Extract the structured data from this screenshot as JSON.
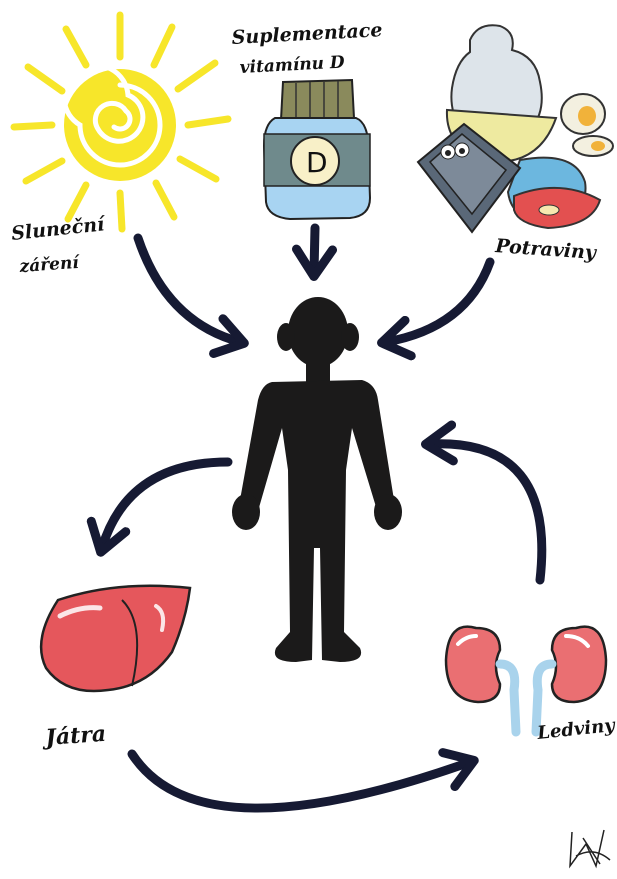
{
  "labels": {
    "sun": [
      "Sluneční",
      "záření"
    ],
    "supplement": [
      "Suplementace",
      "vitamínu D"
    ],
    "bottle_letter": "D",
    "food": "Potraviny",
    "liver": "Játra",
    "kidneys": "Ledviny"
  },
  "colors": {
    "sun": "#f7e62a",
    "arrow": "#161a33",
    "silhouette": "#1b1a1a",
    "bottle": "#a8d4f2",
    "cap": "#8a8a5c",
    "liver": "#e5575c",
    "kidney": "#ea6f72",
    "ureter": "#a9d3ec",
    "food_fish": "#e35050",
    "food_tin": "#5a6878"
  },
  "icons": [
    "sun-icon",
    "vitamin-d-bottle-icon",
    "food-icon",
    "person-silhouette-icon",
    "liver-icon",
    "kidneys-icon"
  ]
}
